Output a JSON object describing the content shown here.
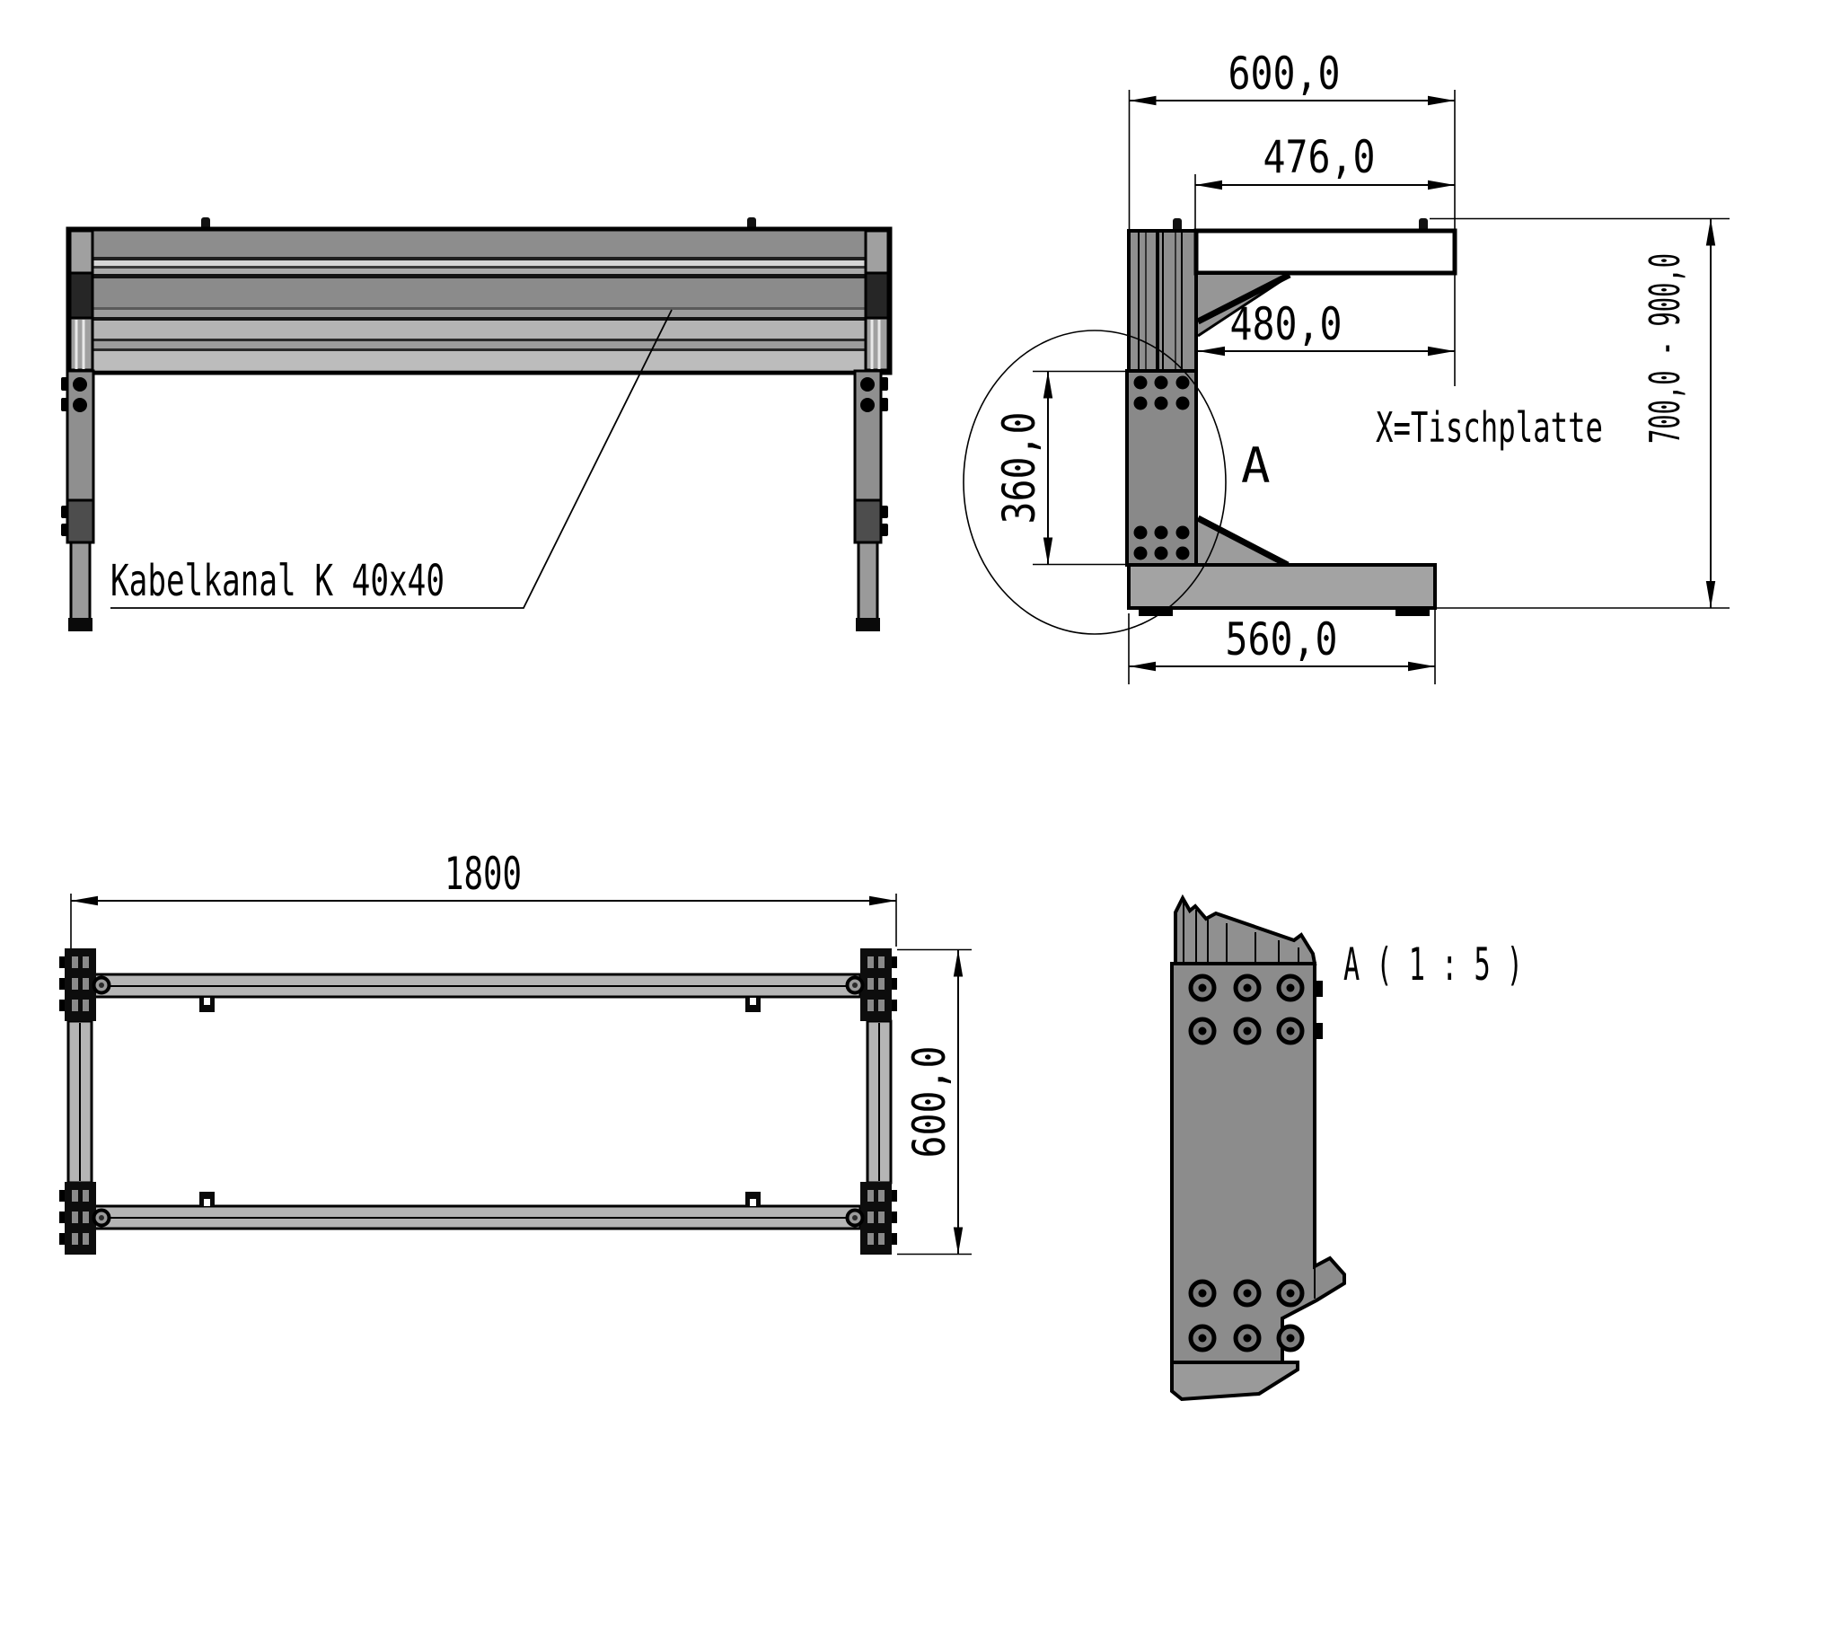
{
  "document_type": "technical-drawing",
  "views": {
    "front": {
      "callout": "Kabelkanal K 40x40"
    },
    "side": {
      "dim_depth_top": "600,0",
      "dim_tabletop_inner": "476,0",
      "dim_arm_clear": "480,0",
      "dim_leg_plate": "360,0",
      "dim_foot": "560,0",
      "dim_height_range": "700,0 - 900,0",
      "note": "X=Tischplatte",
      "detail_marker": "A"
    },
    "top": {
      "dim_length": "1800",
      "dim_depth": "600,0"
    },
    "detail": {
      "title": "A ( 1 : 5 )"
    }
  },
  "colors": {
    "line": "#000000",
    "profile_mid": "#8d8d8d",
    "profile_light": "#b5b5b5",
    "cap_dark": "#262626",
    "clamp_dark": "#4d4d4d",
    "background": "#ffffff"
  }
}
